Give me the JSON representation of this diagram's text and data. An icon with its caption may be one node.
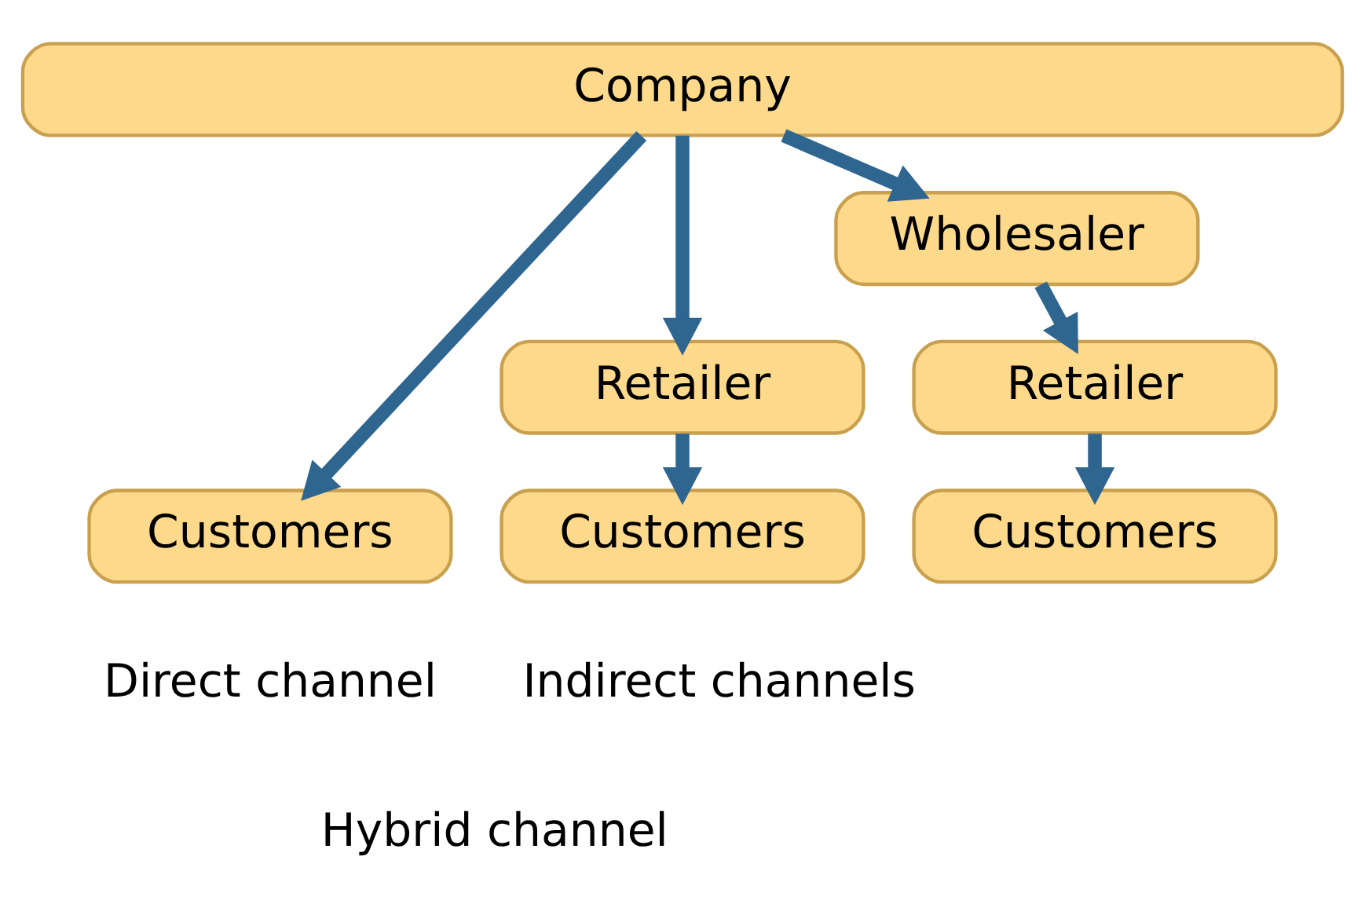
{
  "diagram": {
    "nodes": [
      {
        "text": [
          "Company"
        ]
      },
      {
        "text": [
          "Wholesaler"
        ]
      },
      {
        "text": [
          "Retailer"
        ]
      },
      {
        "text": [
          "Retailer"
        ]
      },
      {
        "text": [
          "Customers"
        ]
      },
      {
        "text": [
          "Customers"
        ]
      },
      {
        "text": [
          "Customers"
        ]
      }
    ],
    "edges": [
      {
        "from": 0,
        "to": 4,
        "arrow": "to"
      },
      {
        "from": 0,
        "to": 2,
        "arrow": "to"
      },
      {
        "from": 0,
        "to": 1,
        "arrow": "to"
      },
      {
        "from": 1,
        "to": 3,
        "arrow": "to"
      },
      {
        "from": 2,
        "to": 5,
        "arrow": "to"
      },
      {
        "from": 3,
        "to": 6,
        "arrow": "to"
      }
    ],
    "labels": [
      "Direct channel",
      "Indirect channels",
      "Hybrid channel"
    ]
  }
}
